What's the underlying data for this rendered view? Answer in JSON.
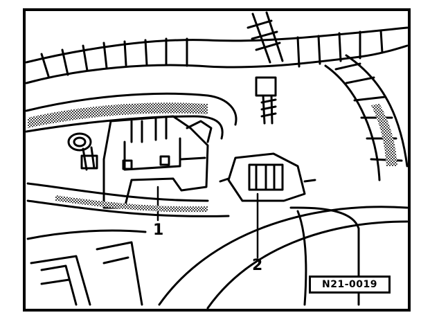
{
  "figure": {
    "code": "N21-0019",
    "callouts": [
      {
        "id": "1",
        "text": "1"
      },
      {
        "id": "2",
        "text": "2"
      }
    ]
  },
  "colors": {
    "ink": "#000000",
    "paper": "#ffffff"
  }
}
